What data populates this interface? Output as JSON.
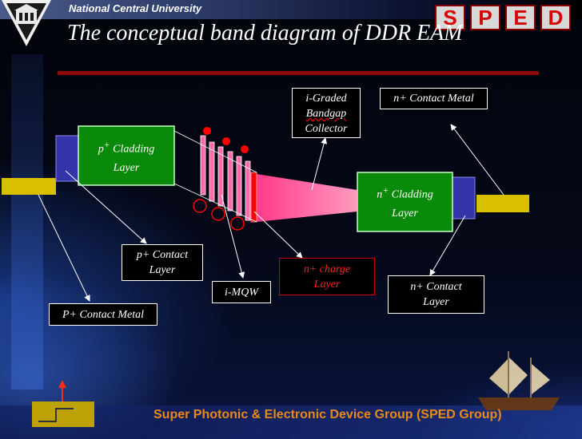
{
  "header": {
    "university": "National Central University",
    "sped_letters": [
      "S",
      "P",
      "E",
      "D"
    ]
  },
  "title": "The conceptual band diagram of DDR EAM",
  "layers": {
    "p_cladding": {
      "line1": "p",
      "sup": "+",
      "line1_rest": " Cladding",
      "line2": "Layer"
    },
    "n_cladding": {
      "line1": "n",
      "sup": "+",
      "line1_rest": "  Cladding",
      "line2": "Layer"
    }
  },
  "labels": {
    "graded": [
      "i-Graded",
      "Bandgap",
      "Collector"
    ],
    "n_contact_metal": "n+ Contact Metal",
    "p_contact_layer": [
      "p+ Contact",
      "Layer"
    ],
    "i_mqw": "i-MQW",
    "n_charge": [
      "n+ charge",
      "Layer"
    ],
    "n_contact_layer": [
      "n+  Contact",
      "Layer"
    ],
    "p_contact_metal": "P+ Contact Metal"
  },
  "colors": {
    "cladding": "#0a8a0a",
    "contact_layer": "#3333aa",
    "contact_metal": "#d8c000",
    "mqw": "#ff6aa8",
    "charge_layer": "#ff0000",
    "collector": "#ff7aa8",
    "title_rule": "#8b0a0a",
    "footer": "#e88a1a"
  },
  "footer": "Super Photonic & Electronic Device Group (SPED Group)"
}
